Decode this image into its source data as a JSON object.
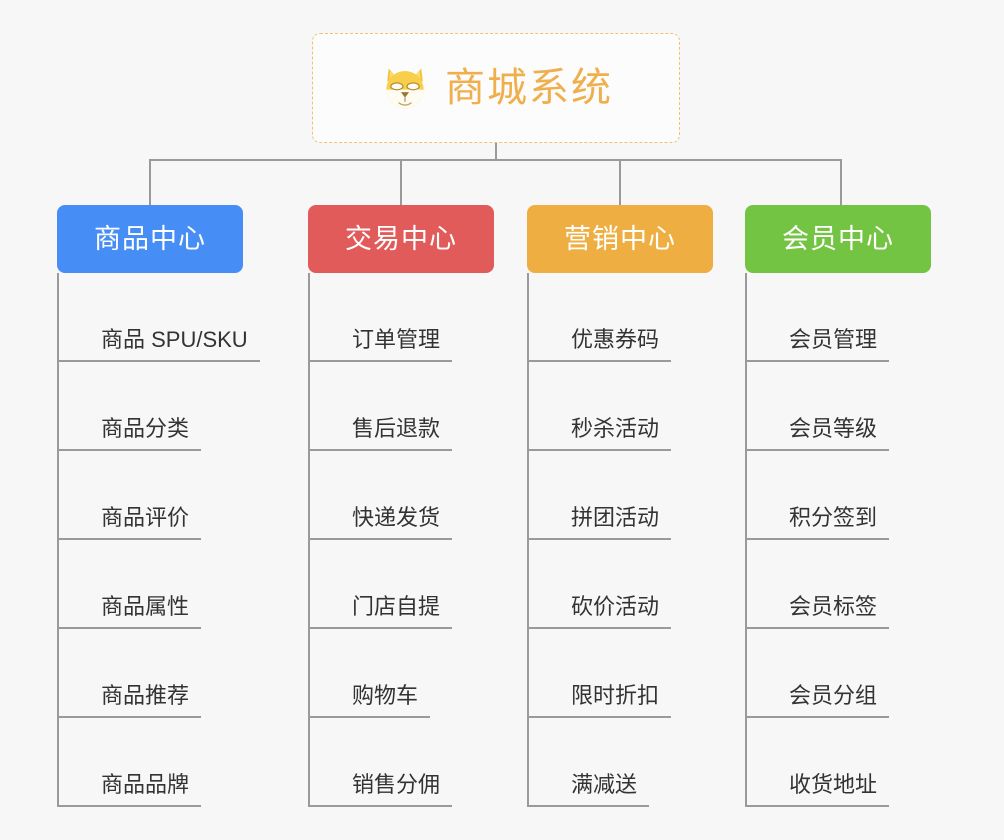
{
  "root": {
    "title": "商城系统",
    "icon": "shiba-dog-face-icon",
    "border_color": "#f0c36a",
    "text_color": "#efaf4c",
    "background": "#fcfcfc"
  },
  "canvas": {
    "background": "#f7f7f7",
    "connector_color": "#9a9a9a"
  },
  "branches": [
    {
      "label": "商品中心",
      "color": "#468ef5",
      "items": [
        "商品 SPU/SKU",
        "商品分类",
        "商品评价",
        "商品属性",
        "商品推荐",
        "商品品牌"
      ]
    },
    {
      "label": "交易中心",
      "color": "#e25b5b",
      "items": [
        "订单管理",
        "售后退款",
        "快递发货",
        "门店自提",
        "购物车",
        "销售分佣"
      ]
    },
    {
      "label": "营销中心",
      "color": "#efae42",
      "items": [
        "优惠券码",
        "秒杀活动",
        "拼团活动",
        "砍价活动",
        "限时折扣",
        "满减送"
      ]
    },
    {
      "label": "会员中心",
      "color": "#74c443",
      "items": [
        "会员管理",
        "会员等级",
        "积分签到",
        "会员标签",
        "会员分组",
        "收货地址"
      ]
    }
  ]
}
